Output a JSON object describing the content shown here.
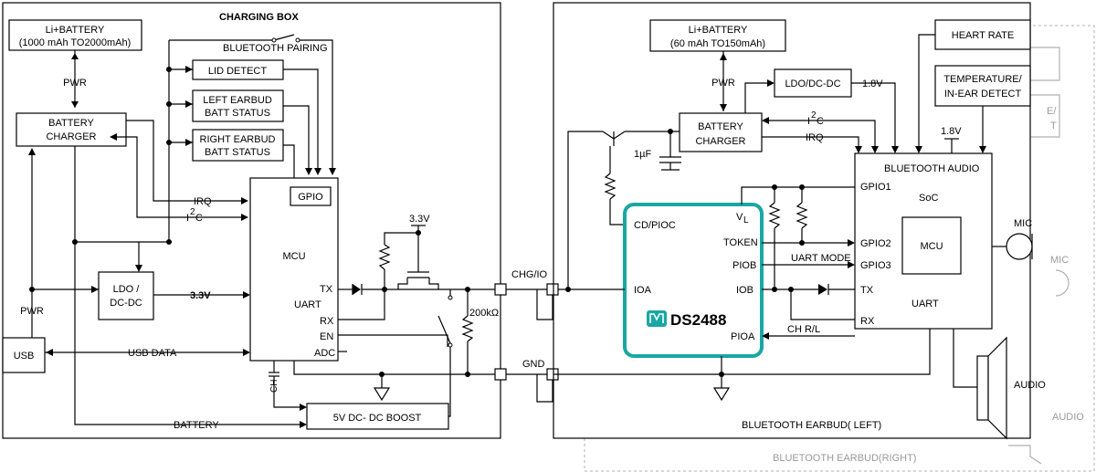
{
  "charging_box": {
    "title": "CHARGING BOX",
    "battery_line1": "Li+BATTERY",
    "battery_line2": "(1000 mAh TO2000mAh)",
    "pwr_top": "PWR",
    "charger_line1": "BATTERY",
    "charger_line2": "CHARGER",
    "bluetooth_pairing": "BLUETOOTH PAIRING",
    "lid_detect": "LID DETECT",
    "left_line1": "LEFT EARBUD",
    "left_line2": "BATT STATUS",
    "right_line1": "RIGHT EARBUD",
    "right_line2": "BATT STATUS",
    "gpio": "GPIO",
    "mcu": "MCU",
    "irq": "IRQ",
    "i2c_i": "I",
    "i2c_2": "2",
    "i2c_c": "C",
    "ldo_line1": "LDO /",
    "ldo_line2": "DC-DC",
    "v33": "3.3V",
    "tx": "TX",
    "uart": "UART",
    "rx": "RX",
    "en": "EN",
    "adc": "ADC",
    "pwr_bottom": "PWR",
    "usb": "USB",
    "usb_data": "USB DATA",
    "ch": "CH",
    "boost": "5V DC- DC BOOST",
    "battery": "BATTERY",
    "v33_top": "3.3V",
    "r200k": "200kΩ"
  },
  "connectors": {
    "chg_io": "CHG/IO",
    "gnd": "GND"
  },
  "earbud": {
    "battery_line1": "Li+BATTERY",
    "battery_line2": "(60 mAh TO150mAh)",
    "pwr": "PWR",
    "ldo": "LDO/DC-DC",
    "v18": "1.8V",
    "heart_rate": "HEART RATE",
    "temp_line1": "TEMPERATURE/",
    "temp_line2": "IN-EAR DETECT",
    "charger_line1": "BATTERY",
    "charger_line2": "CHARGER",
    "i2c_i": "I",
    "i2c_2": "2",
    "i2c_c": "C",
    "irq": "IRQ",
    "v18_b": "1.8V",
    "cap": "1µF",
    "bt_audio": "BLUETOOTH AUDIO",
    "gpio1": "GPIO1",
    "soc": "SoC",
    "gpio2": "GPIO2",
    "gpio3": "GPIO3",
    "mcu": "MCU",
    "tx": "TX",
    "uart": "UART",
    "rx": "RX",
    "uart_mode": "UART MODE",
    "ch_rl": "CH R/L",
    "mic": "MIC",
    "audio": "AUDIO",
    "title": "BLUETOOTH EARBUD( LEFT)"
  },
  "ds2488": {
    "name": "DS2488",
    "cd": "CD/PIOC",
    "vl_v": "V",
    "vl_l": "L",
    "token": "TOKEN",
    "piob": "PIOB",
    "ioa": "IOA",
    "iob": "IOB",
    "pioa": "PIOA",
    "accent": "#1aa7a4"
  },
  "right_earbud": {
    "title": "BLUETOOTH EARBUD(RIGHT)",
    "mic": "MIC",
    "audio": "AUDIO",
    "partial1": "E/",
    "partial2": "T"
  }
}
